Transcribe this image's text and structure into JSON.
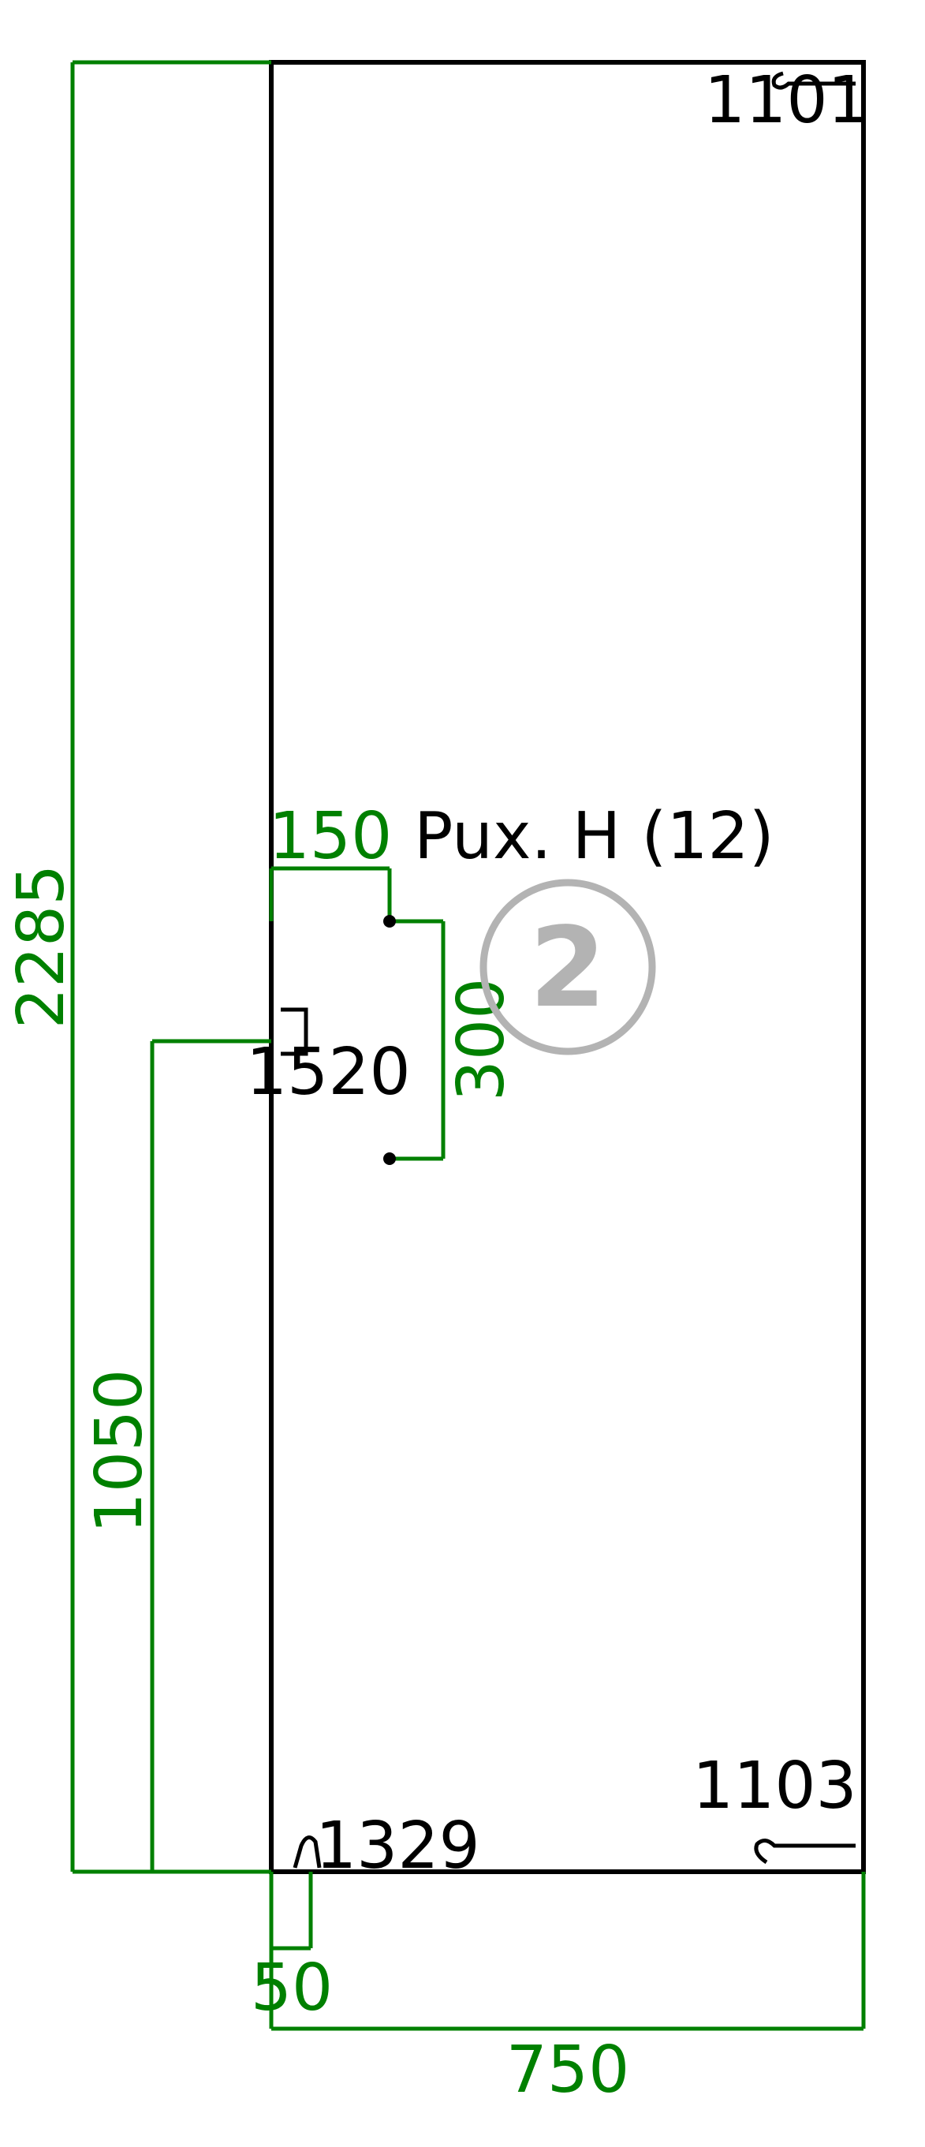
{
  "colors": {
    "outline": "#000000",
    "dimension": "#008000",
    "badge": "#b3b3b3",
    "background": "#ffffff"
  },
  "dimensions": {
    "total_height": "2285",
    "total_width": "750",
    "offset_height": "1050",
    "hole_offset_x": "150",
    "hole_spacing": "300",
    "bottom_offset": "50"
  },
  "labels": {
    "top_right": "1101",
    "bottom_right": "1103",
    "bottom_left": "1329",
    "left_side": "1520",
    "hardware": "Pux. H (12)"
  },
  "badge": {
    "number": "2"
  },
  "icons": {
    "top_right": "hinge-icon",
    "bottom_right": "hinge-icon",
    "bottom_left": "corner-profile-icon",
    "left_side": "edge-profile-icon",
    "hardware": "hole-marker-icon"
  }
}
